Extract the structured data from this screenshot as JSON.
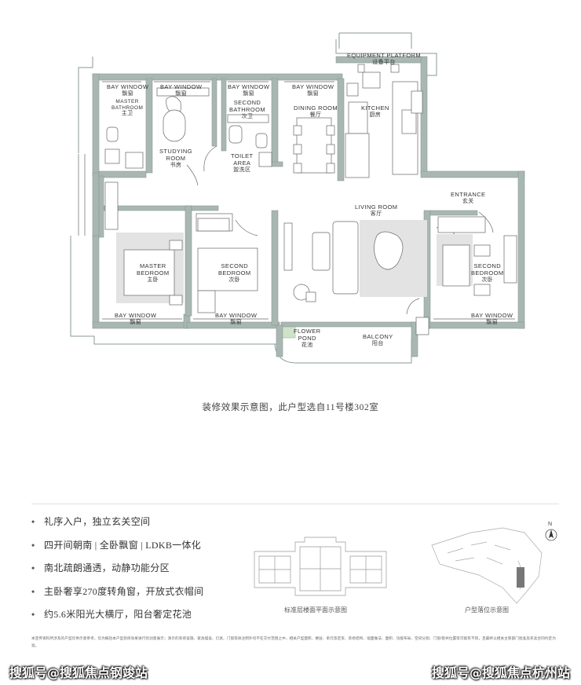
{
  "rooms": {
    "bay_window_master_bath": {
      "en": "BAY WINDOW",
      "zh": "飘窗"
    },
    "master_bathroom": {
      "en1": "MASTER",
      "en2": "BATHROOM",
      "zh": "主卫"
    },
    "bay_window_study": {
      "en": "BAY WINDOW",
      "zh": "飘窗"
    },
    "studying_room": {
      "en1": "STUDYING",
      "en2": "ROOM",
      "zh": "书房"
    },
    "bay_window_second_bath": {
      "en": "BAY WINDOW",
      "zh": "飘窗"
    },
    "second_bathroom": {
      "en1": "SECOND",
      "en2": "BATHROOM",
      "zh": "次卫"
    },
    "toilet_area": {
      "en1": "TOILET",
      "en2": "AREA",
      "zh": "盥洗区"
    },
    "bay_window_dining": {
      "en": "BAY WINDOW",
      "zh": "飘窗"
    },
    "dining_room": {
      "en": "DINING ROOM",
      "zh": "餐厅"
    },
    "kitchen": {
      "en": "KITCHEN",
      "zh": "厨房"
    },
    "equipment_platform": {
      "en": "EQUIPMENT PLATFORM",
      "zh": "设备平台"
    },
    "entrance": {
      "en": "ENTRANCE",
      "zh": "玄关"
    },
    "living_room": {
      "en": "LIVING ROOM",
      "zh": "客厅"
    },
    "master_bedroom": {
      "en1": "MASTER",
      "en2": "BEDROOM",
      "zh": "主卧"
    },
    "second_bedroom_left": {
      "en1": "SECOND",
      "en2": "BEDROOM",
      "zh": "次卧"
    },
    "second_bedroom_right": {
      "en1": "SECOND",
      "en2": "BEDROOM",
      "zh": "次卧"
    },
    "bay_window_master_bed": {
      "en": "BAY WINDOW",
      "zh": "飘窗"
    },
    "bay_window_second_bed": {
      "en": "BAY WINDOW",
      "zh": "飘窗"
    },
    "bay_window_right_bed": {
      "en": "BAY WINDOW",
      "zh": "飘窗"
    },
    "flower_pond": {
      "en1": "FLOWER",
      "en2": "POND",
      "zh": "花池"
    },
    "balcony": {
      "en": "BALCONY",
      "zh": "阳台"
    }
  },
  "caption": "装修效果示意图，此户型选自11号楼302室",
  "features": [
    "礼序入户，独立玄关空间",
    "四开间朝南 | 全卧飘窗 | LDKB一体化",
    "南北疏朗通透，动静功能分区",
    "主卧奢享270度转角窗，开放式衣帽间",
    "约5.6米阳光大横厅，阳台奢定花池"
  ],
  "bullet": "•",
  "thumbnails": {
    "floor_plan_caption": "标准层楼面平面示意图",
    "site_plan_caption": "户型落位示意图",
    "north_label": "N"
  },
  "disclaimer": "本宣传资料所涉及的户型仅供示意参考，仅为概括本户型装修效果进行的创意展示；演示的装修设施、家具摆设、灯具、门窗等除注明外均不在交付范围之中，相关户型面积、楼层、单元等定货、装修结构、墙面做法、面积、功能布局、空间分割、门窗/管井位置等可能有不同，且最终以相关主管部门批准及买卖合同约定为准。",
  "watermarks": {
    "left": "搜狐号@搜狐焦点钢竣站",
    "right": "搜狐号@搜狐焦点杭州站"
  },
  "colors": {
    "wall": "#a9b7b2",
    "wall_outline": "#8a9a95",
    "rug": "#e3e3e3",
    "line": "#666666",
    "flower_pond": "#cfe3c8"
  }
}
